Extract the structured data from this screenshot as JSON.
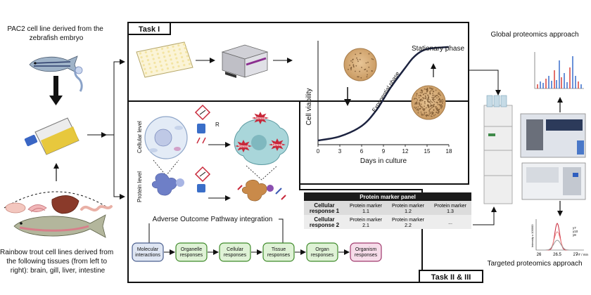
{
  "left": {
    "pac2_caption": [
      "PAC2 cell line derived from the",
      "zebrafish embryo"
    ],
    "trout_caption": [
      "Rainbow trout cell lines derived from",
      "the following tissues (from left to",
      "right): brain, gill, liver, intestine"
    ]
  },
  "task1": {
    "title": "Task I",
    "stationary_label": "Stationary phase",
    "exponential_label": "Exponential phase",
    "chart_data": {
      "type": "line",
      "xlabel": "Days in culture",
      "ylabel": "Cell viability",
      "x_ticks": [
        0,
        3,
        6,
        9,
        12,
        15,
        18
      ],
      "xlim": [
        0,
        18
      ],
      "ylim": [
        0,
        1
      ],
      "series": [
        {
          "x": [
            0,
            3,
            6,
            8,
            10,
            12,
            13,
            14,
            15,
            16,
            18
          ],
          "y": [
            0.04,
            0.08,
            0.18,
            0.33,
            0.55,
            0.74,
            0.83,
            0.89,
            0.92,
            0.93,
            0.94
          ]
        }
      ]
    }
  },
  "task23": {
    "title": "Task II & III",
    "cellular_level": "Cellular level",
    "protein_level": "Protein level",
    "stress_label": "Stress",
    "aop_title": "Adverse Outcome Pathway integration",
    "aop_nodes": [
      {
        "label": [
          "Molecular",
          "interactions"
        ],
        "fill": "#dfe6f3",
        "stroke": "#4a5f8f"
      },
      {
        "label": [
          "Organelle",
          "responses"
        ],
        "fill": "#dff2d6",
        "stroke": "#3f8a2a"
      },
      {
        "label": [
          "Cellular",
          "responses"
        ],
        "fill": "#dff2d6",
        "stroke": "#3f8a2a"
      },
      {
        "label": [
          "Tissue",
          "responses"
        ],
        "fill": "#dff2d6",
        "stroke": "#3f8a2a"
      },
      {
        "label": [
          "Organ",
          "responses"
        ],
        "fill": "#dff2d6",
        "stroke": "#3f8a2a"
      },
      {
        "label": [
          "Organism",
          "responses"
        ],
        "fill": "#f6dce9",
        "stroke": "#a03a6d"
      }
    ]
  },
  "panel": {
    "title": "Protein marker panel",
    "rows": [
      {
        "label": [
          "Cellular",
          "response 1"
        ],
        "cells": [
          [
            "Protein marker",
            "1.1"
          ],
          [
            "Protein marker",
            "1.2"
          ],
          [
            "Protein marker",
            "1.3"
          ]
        ]
      },
      {
        "label": [
          "Cellular",
          "response 2"
        ],
        "cells": [
          [
            "Protein marker",
            "2.1"
          ],
          [
            "Protein marker",
            "2.2"
          ],
          [
            "...",
            ""
          ]
        ]
      }
    ]
  },
  "right": {
    "global_label": "Global proteomics approach",
    "targeted_label": "Targeted proteomics approach",
    "chromatogram": {
      "y_axis": "Intensity x 100000",
      "x_ticks": [
        "26",
        "26.5",
        "27"
      ],
      "x_unit": "RT / min",
      "legend": [
        "y7",
        "y10",
        "y8"
      ]
    }
  },
  "colors": {
    "curve": "#1c2340",
    "petri": "#d9ad7a",
    "flask_liquid": "#e7c42a",
    "stress": "#c8283a",
    "mass_red": "#d9342c",
    "mass_blue": "#2c64c8",
    "panel_header": "#1b1b1b"
  }
}
